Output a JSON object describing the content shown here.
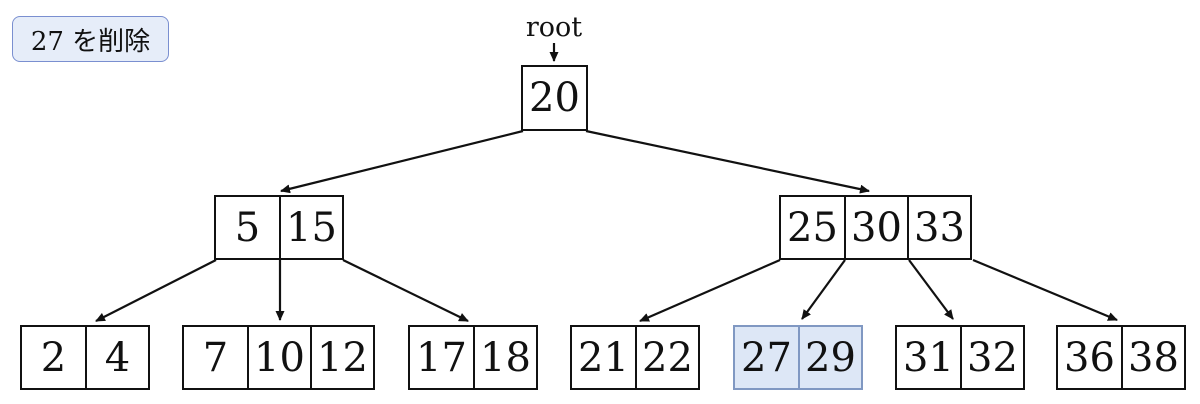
{
  "annotation": {
    "label": "27 を削除"
  },
  "tree": {
    "root_pointer_label": "root",
    "nodes": [
      {
        "id": "root",
        "keys": [
          "20"
        ],
        "highlighted": false
      },
      {
        "id": "internal-left",
        "keys": [
          "5",
          "15"
        ],
        "highlighted": false
      },
      {
        "id": "internal-right",
        "keys": [
          "25",
          "30",
          "33"
        ],
        "highlighted": false
      },
      {
        "id": "leaf-1",
        "keys": [
          "2",
          "4"
        ],
        "highlighted": false
      },
      {
        "id": "leaf-2",
        "keys": [
          "7",
          "10",
          "12"
        ],
        "highlighted": false
      },
      {
        "id": "leaf-3",
        "keys": [
          "17",
          "18"
        ],
        "highlighted": false
      },
      {
        "id": "leaf-4",
        "keys": [
          "21",
          "22"
        ],
        "highlighted": false
      },
      {
        "id": "leaf-5",
        "keys": [
          "27",
          "29"
        ],
        "highlighted": true
      },
      {
        "id": "leaf-6",
        "keys": [
          "31",
          "32"
        ],
        "highlighted": false
      },
      {
        "id": "leaf-7",
        "keys": [
          "36",
          "38"
        ],
        "highlighted": false
      }
    ]
  },
  "colors": {
    "node_border": "#111111",
    "edge": "#111111",
    "highlight_fill": "#dde7f6",
    "highlight_border": "#8098c2",
    "annotation_fill": "#e6edf9",
    "annotation_border": "#7a8fd0"
  }
}
